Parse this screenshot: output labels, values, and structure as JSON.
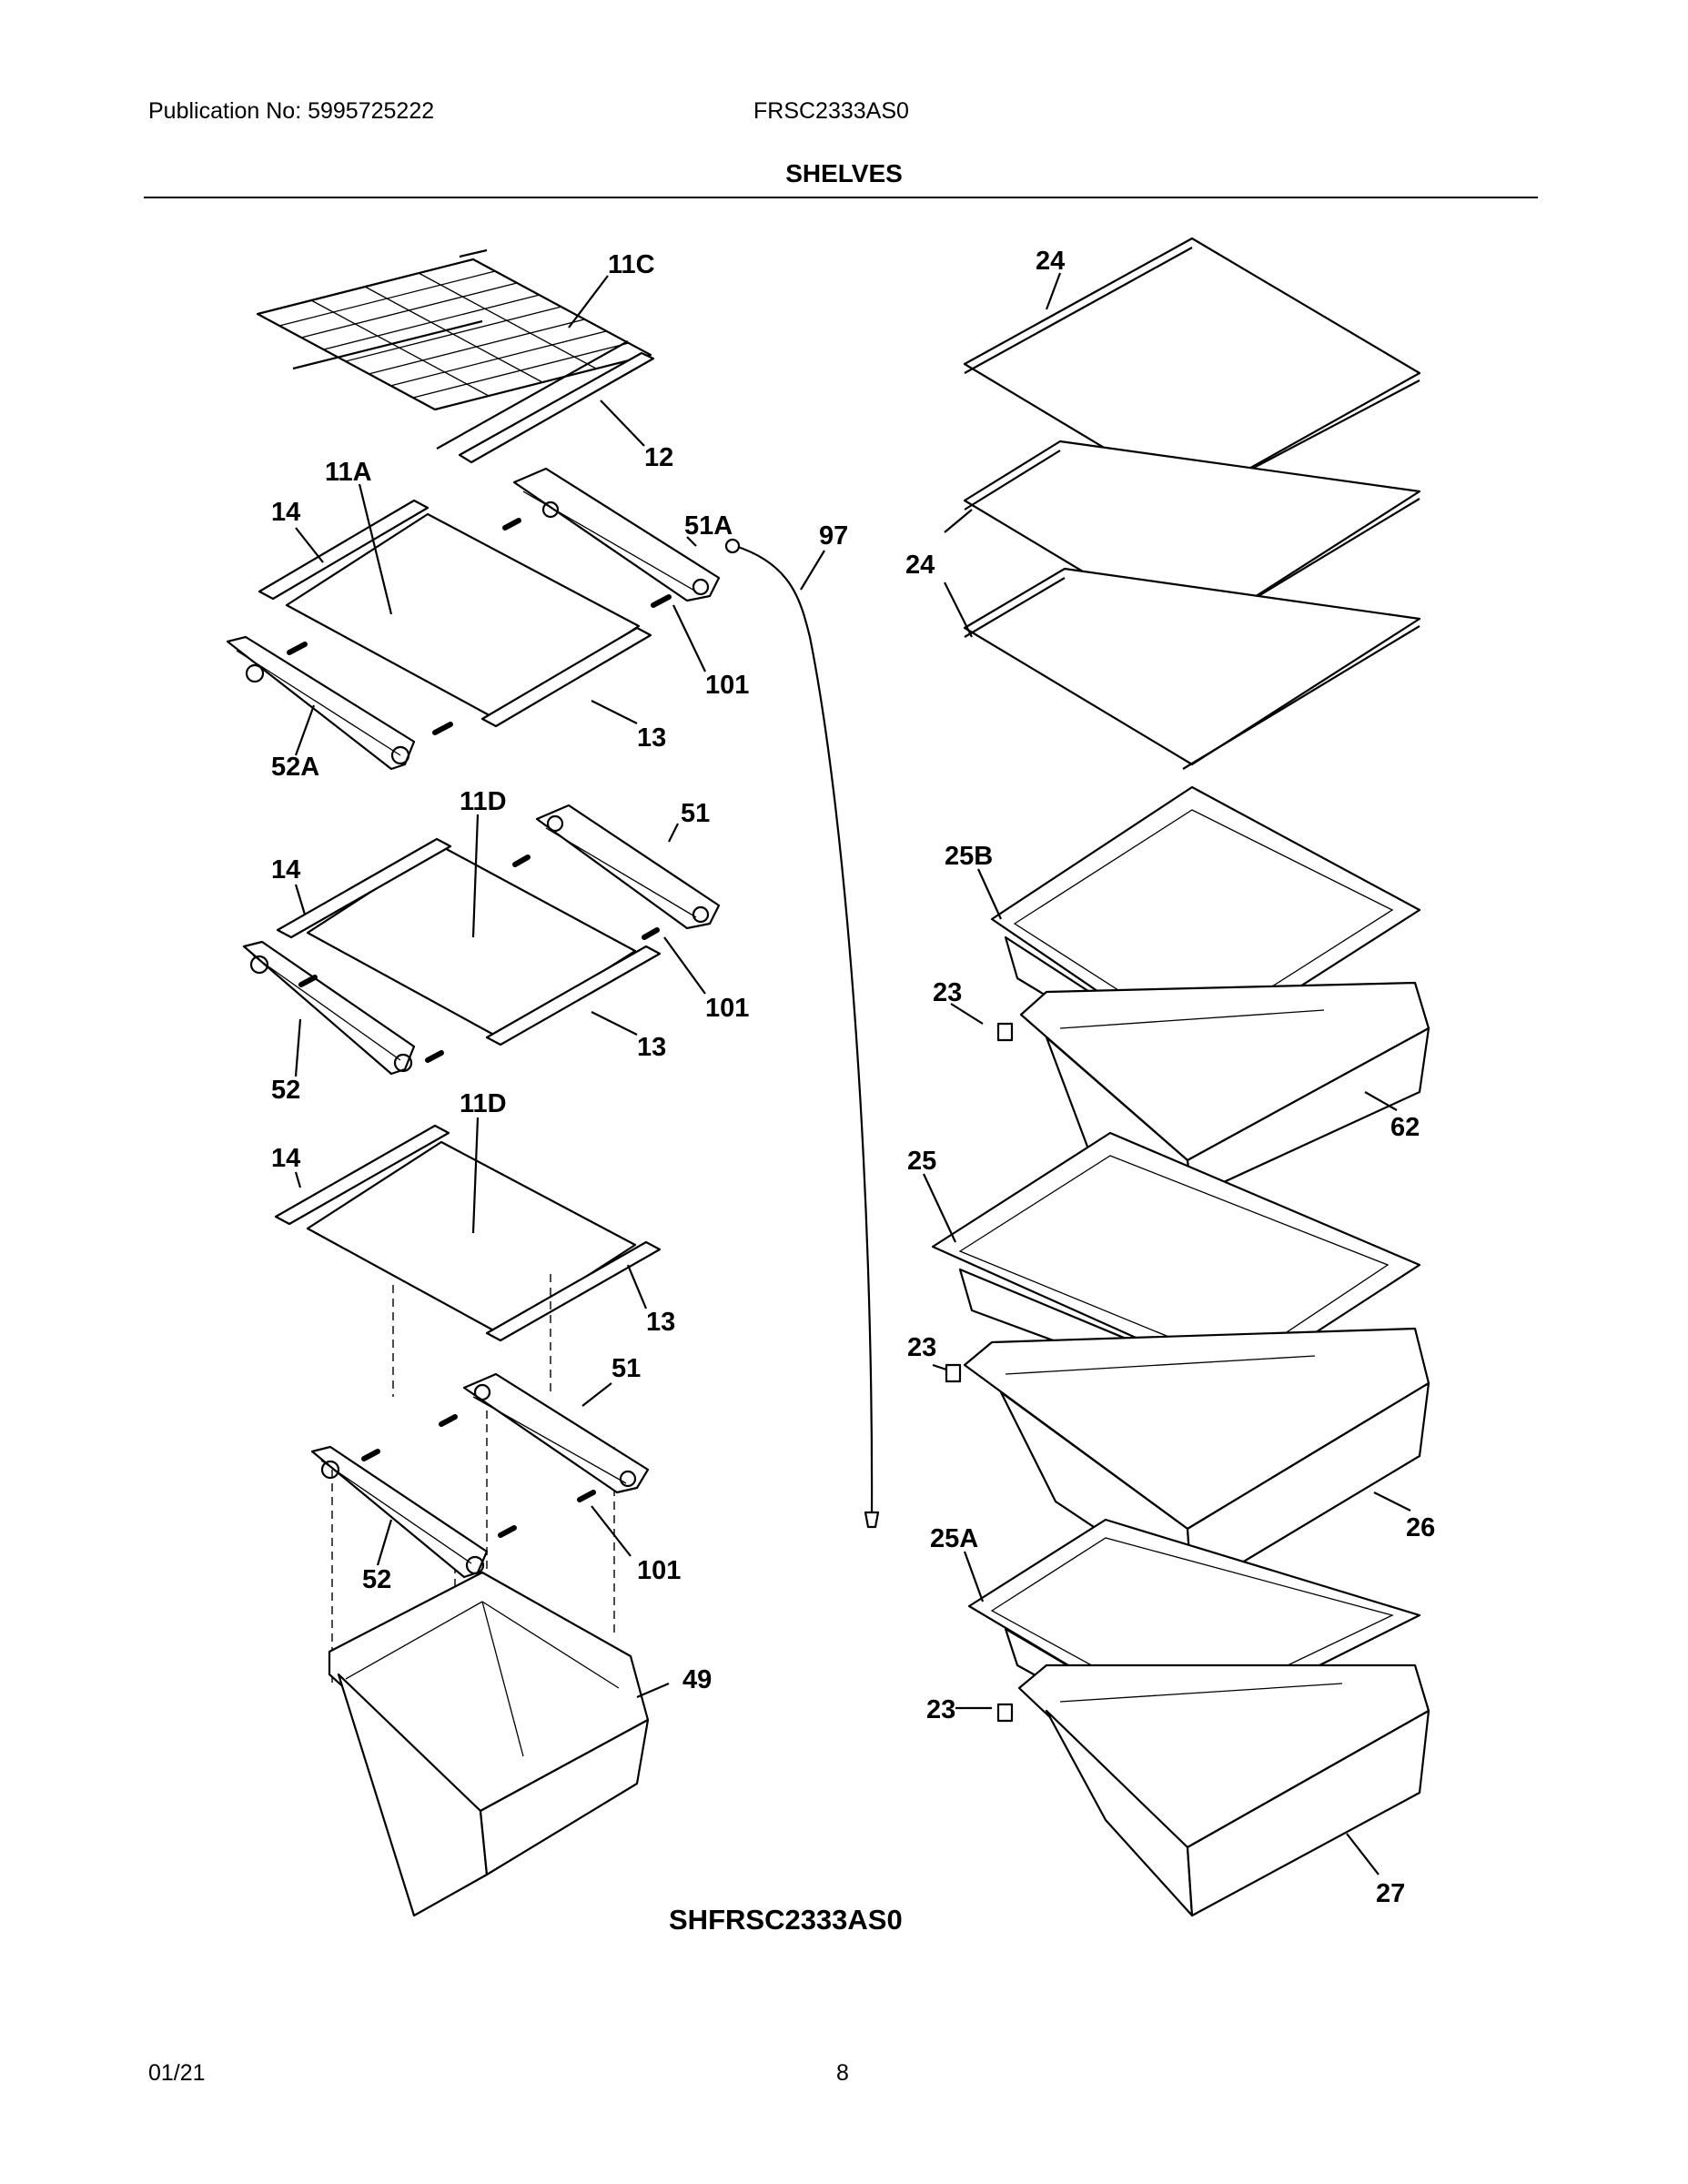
{
  "header": {
    "publication": "Publication No: 5995725222",
    "model": "FRSC2333AS0",
    "section_title": "SHELVES"
  },
  "diagram": {
    "code": "SHFRSC2333AS0",
    "part_labels": {
      "p11C": "11C",
      "p12": "12",
      "p11A": "11A",
      "p14a": "14",
      "p51A": "51A",
      "p97": "97",
      "p101a": "101",
      "p13a": "13",
      "p52A": "52A",
      "p11Da": "11D",
      "p51a": "51",
      "p14b": "14",
      "p101b": "101",
      "p13b": "13",
      "p52a": "52",
      "p11Db": "11D",
      "p14c": "14",
      "p13c": "13",
      "p51b": "51",
      "p101c": "101",
      "p52b": "52",
      "p49": "49",
      "p24a": "24",
      "p24b": "24",
      "p25B": "25B",
      "p23a": "23",
      "p62": "62",
      "p25": "25",
      "p23b": "23",
      "p26": "26",
      "p25A": "25A",
      "p23c": "23",
      "p27": "27"
    }
  },
  "footer": {
    "date": "01/21",
    "page": "8"
  }
}
